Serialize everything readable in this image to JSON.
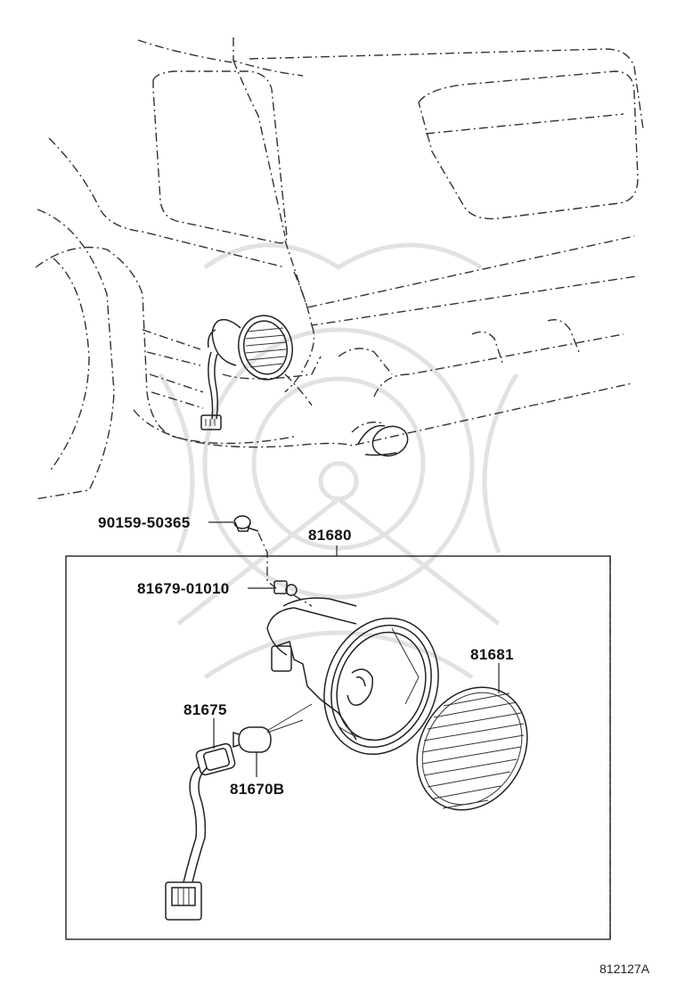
{
  "diagram_code": "812127A",
  "parts": {
    "screw": "90159-50365",
    "assembly": "81680",
    "clip": "81679-01010",
    "lens": "81681",
    "socket": "81675",
    "bulb": "81670B"
  }
}
